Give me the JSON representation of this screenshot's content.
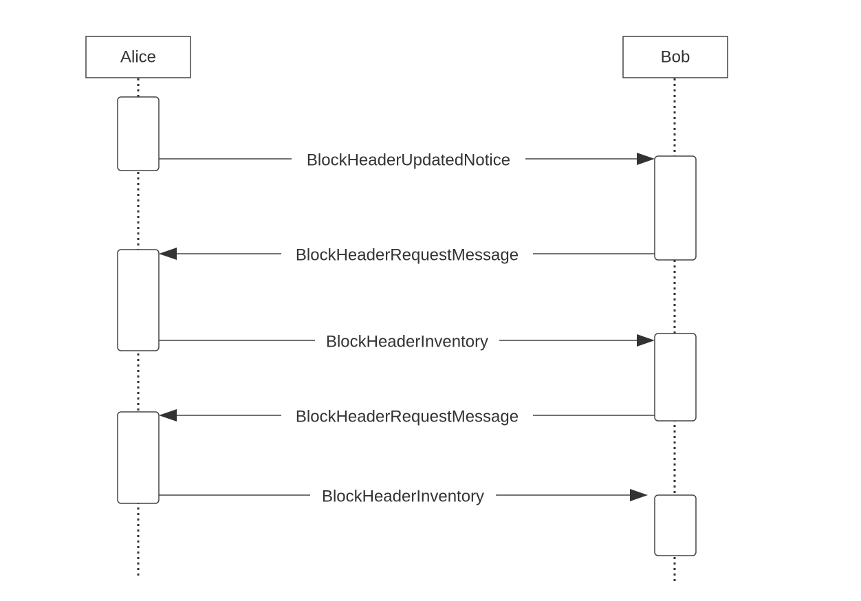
{
  "participants": [
    {
      "name": "Alice"
    },
    {
      "name": "Bob"
    }
  ],
  "messages": [
    {
      "from": "Alice",
      "to": "Bob",
      "label": "BlockHeaderUpdatedNotice"
    },
    {
      "from": "Bob",
      "to": "Alice",
      "label": "BlockHeaderRequestMessage"
    },
    {
      "from": "Alice",
      "to": "Bob",
      "label": "BlockHeaderInventory"
    },
    {
      "from": "Bob",
      "to": "Alice",
      "label": "BlockHeaderRequestMessage"
    },
    {
      "from": "Alice",
      "to": "Bob",
      "label": "BlockHeaderInventory"
    }
  ],
  "colors": {
    "stroke": "#444444",
    "text": "#333333",
    "background": "#ffffff"
  }
}
